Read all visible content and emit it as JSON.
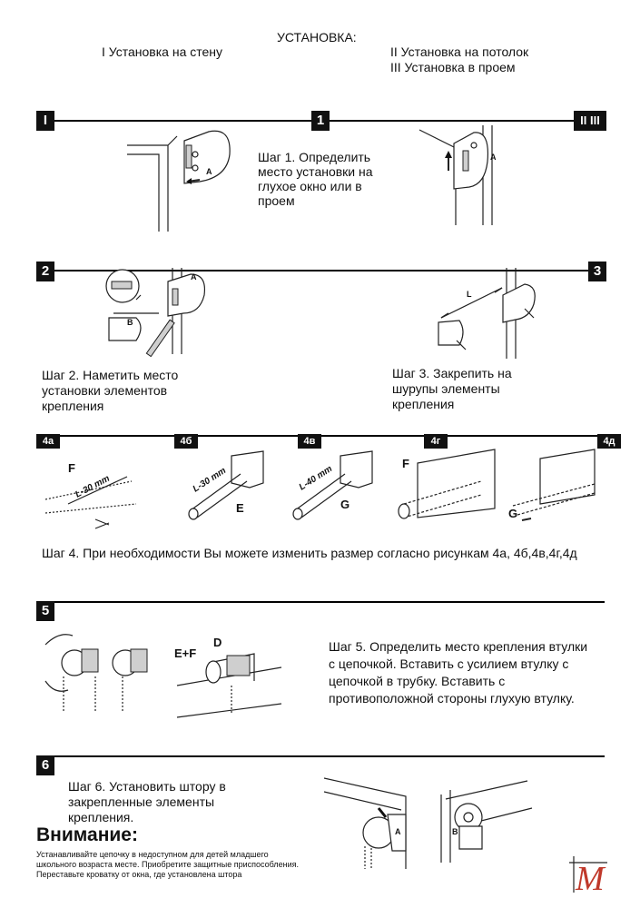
{
  "header": {
    "title": "УСТАНОВКА:",
    "option_wall": "I Установка на стену",
    "option_ceiling": "II Установка на потолок",
    "option_opening": "III Установка в проем"
  },
  "badges": {
    "wall": "I",
    "step1": "1",
    "ceiling_opening": "II  III",
    "step2": "2",
    "step3": "3",
    "step4a": "4а",
    "step4b": "4б",
    "step4v": "4в",
    "step4g": "4г",
    "step4d": "4д",
    "step5": "5",
    "step6": "6"
  },
  "steps": {
    "step1": "Шаг 1. Определить\nместо установки на\nглухое окно или в\nпроем",
    "step2": "Шаг 2. Наметить место\nустановки элементов\nкрепления",
    "step3": "Шаг 3. Закрепить на\nшурупы элементы\nкрепления",
    "step4": "Шаг 4. При необходимости Вы можете изменить размер согласно рисункам 4а, 4б,4в,4г,4д",
    "step5": "Шаг 5. Определить место крепления втулки\nс цепочкой. Вставить с усилием втулку с\nцепочкой в трубку. Вставить с\nпротивоположной стороны глухую втулку.",
    "step6": "Шаг 6. Установить штору в\nзакрепленные элементы\nкрепления."
  },
  "labels": {
    "A": "A",
    "B": "B",
    "L": "L",
    "F": "F",
    "E": "E",
    "G": "G",
    "D": "D",
    "EF": "E+F",
    "l30": "L-30 mm",
    "l40": "L-40 mm"
  },
  "warning": {
    "title": "Внимание:",
    "text": "Устанавливайте цепочку в недоступном для детей младшего\nшкольного возраста месте. Приобретите защитные приспособления.\nПереставьте кроватку от окна, где установлена штора"
  },
  "logo": {
    "mark": "M"
  },
  "colors": {
    "ink": "#111111",
    "logo": "#c0392b"
  }
}
